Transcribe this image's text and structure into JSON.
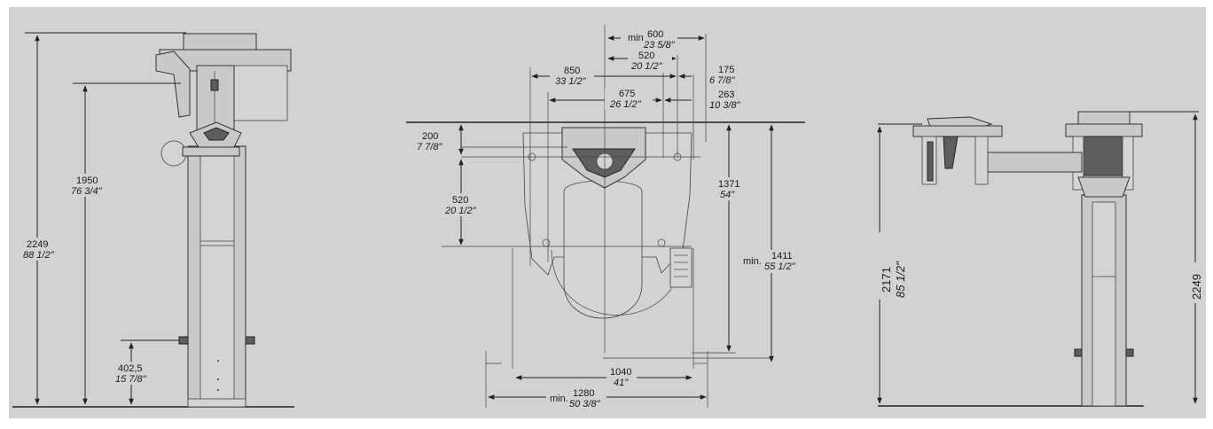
{
  "colors": {
    "background": "#d2d2d2",
    "line": "#222222"
  },
  "front_view": {
    "total_height": {
      "mm": "2249",
      "inch": "88 1/2\""
    },
    "head_height": {
      "mm": "1950",
      "inch": "76 3/4\""
    },
    "base_height": {
      "mm": "402,5",
      "inch": "15 7/8\""
    }
  },
  "top_view": {
    "min_width": {
      "prefix": "min",
      "mm": "600",
      "inch": "23 5/8\""
    },
    "arm_width": {
      "mm": "520",
      "inch": "20 1/2\""
    },
    "outer_width": {
      "mm": "850",
      "inch": "33 1/2\""
    },
    "inner_width": {
      "mm": "675",
      "inch": "26 1/2\""
    },
    "right_offset_a": {
      "mm": "175",
      "inch": "6 7/8\""
    },
    "right_offset_b": {
      "mm": "263",
      "inch": "10 3/8\""
    },
    "wall_gap": {
      "mm": "200",
      "inch": "7 7/8\""
    },
    "depth_a": {
      "mm": "520",
      "inch": "20 1/2\""
    },
    "depth_b": {
      "mm": "1371",
      "inch": "54\""
    },
    "depth_min": {
      "prefix": "min.",
      "mm": "1411",
      "inch": "55 1/2\""
    },
    "footprint": {
      "mm": "1040",
      "inch": "41\""
    },
    "footprint_min": {
      "prefix": "min.",
      "mm": "1280",
      "inch": "50 3/8\""
    }
  },
  "side_view": {
    "head_height": {
      "mm": "2171",
      "inch": "85 1/2\""
    },
    "total_height": {
      "mm": "2249"
    }
  }
}
